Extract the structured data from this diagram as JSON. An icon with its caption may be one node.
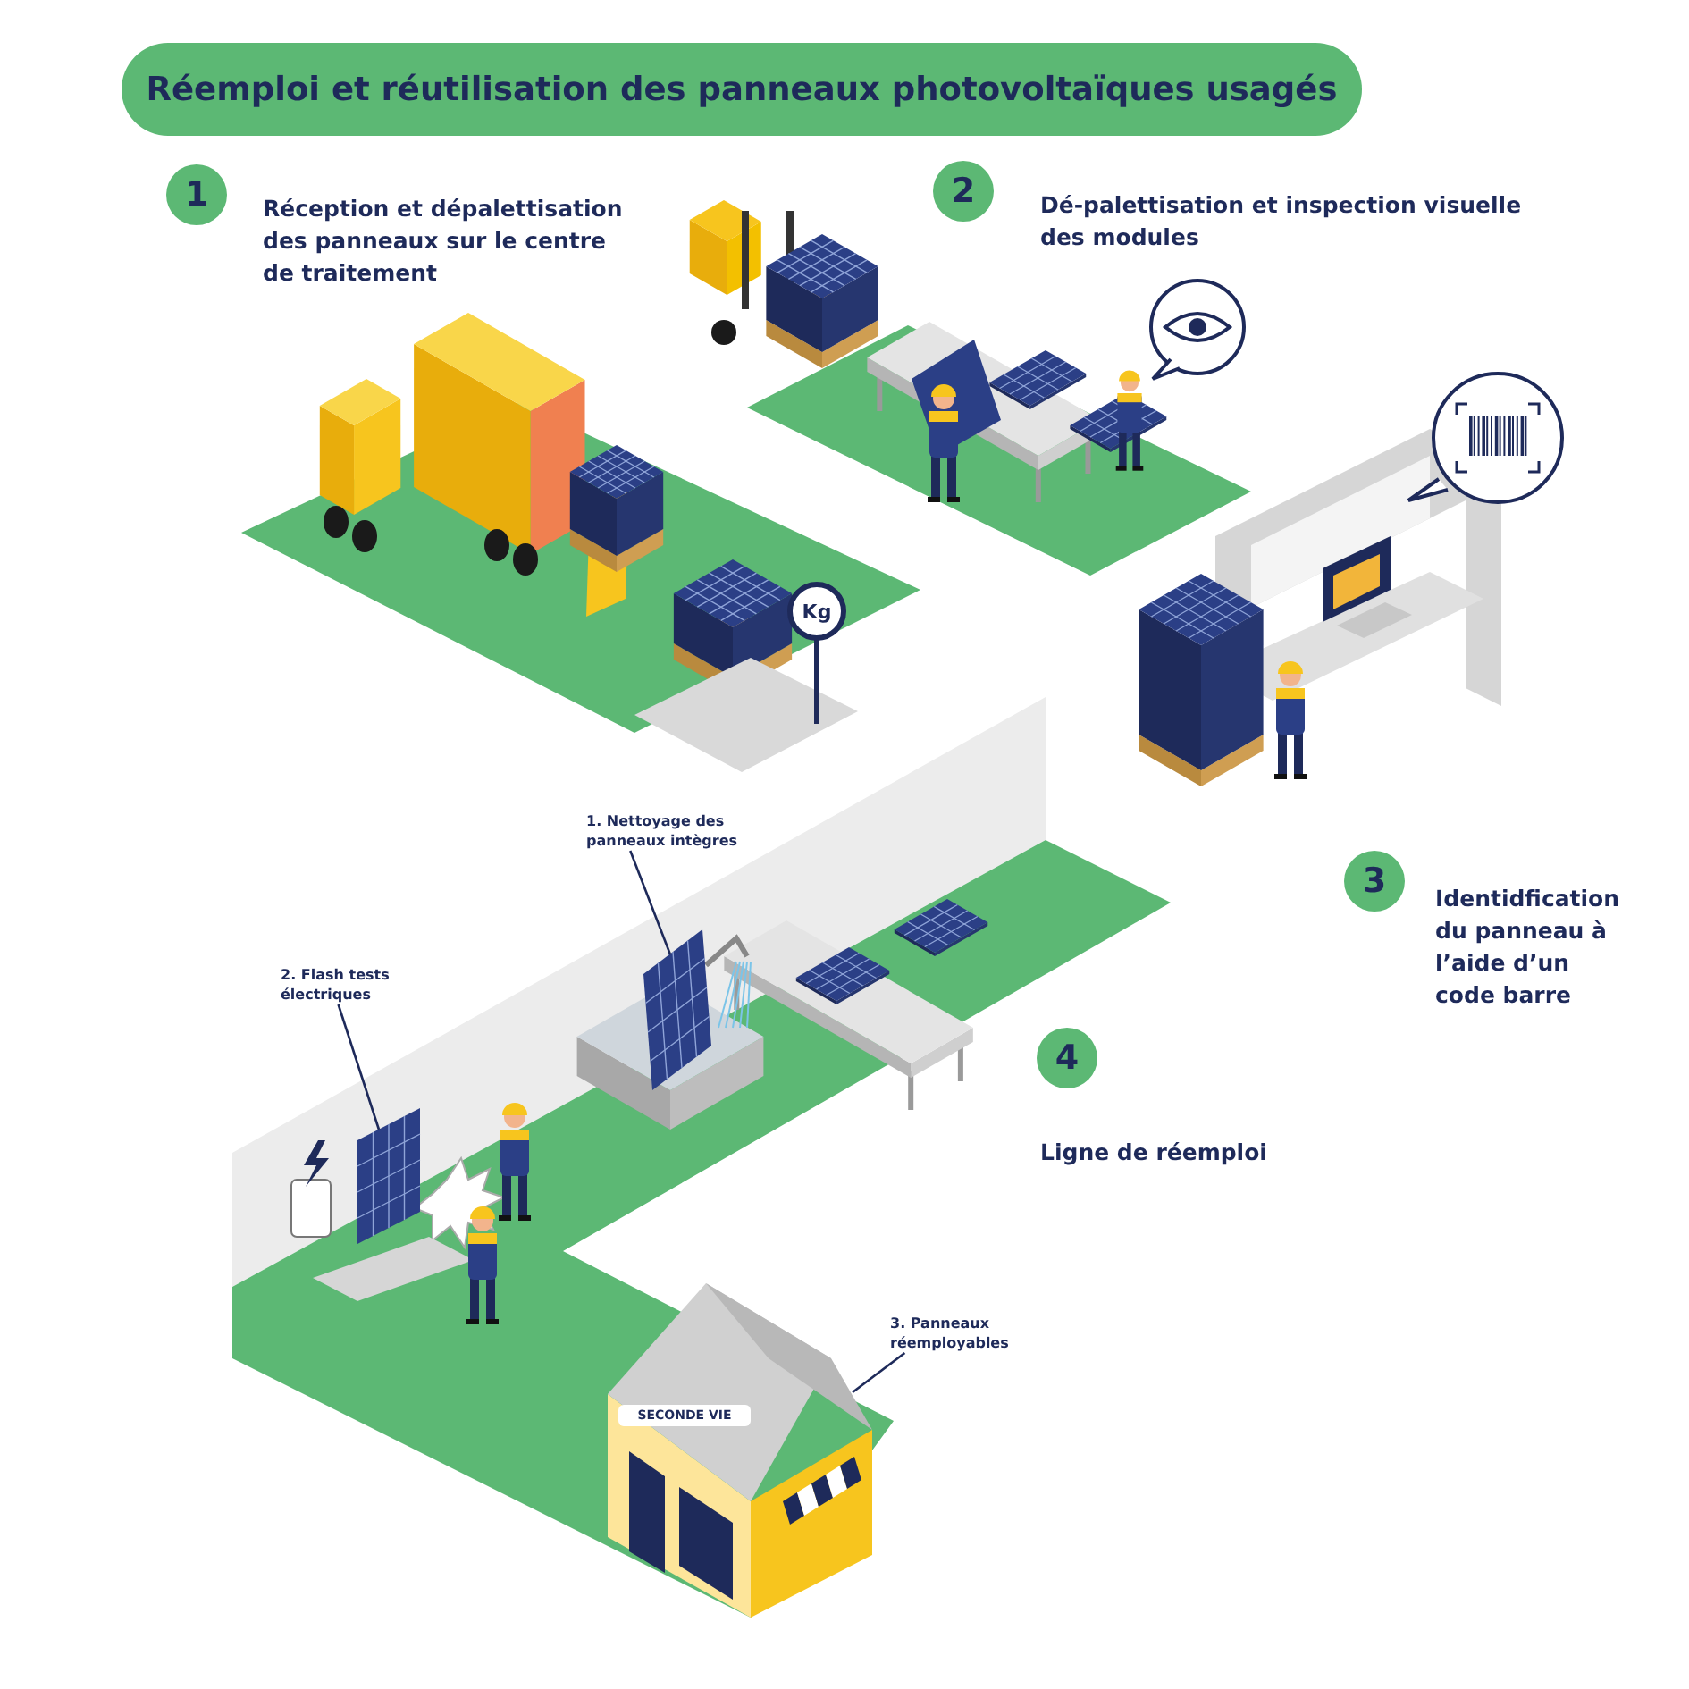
{
  "diagram": {
    "title": "Réemploi et réutilisation des panneaux photovoltaïques usagés",
    "nodes": [
      {
        "text": [
          "1"
        ],
        "beside": [
          "Réception et dépalettisation des panneaux sur le centre de traitement"
        ]
      },
      {
        "text": [
          "2"
        ],
        "beside": [
          "Dé-palettisation et inspection visuelle des modules"
        ]
      },
      {
        "text": [
          "3"
        ],
        "beside": [
          "Identidfication du panneau à l’aide d’un code barre"
        ]
      },
      {
        "text": [
          "4"
        ],
        "beside": [
          "Ligne de réemploi"
        ]
      },
      {
        "text": [
          "1. Nettoyage des panneaux intègres"
        ]
      },
      {
        "text": [
          "2. Flash tests électriques"
        ]
      },
      {
        "text": [
          "3. Panneaux réemployables"
        ]
      },
      {
        "text": [],
        "shape": "picture"
      },
      {
        "text": [],
        "shape": "picture"
      },
      {
        "text": [],
        "shape": "picture"
      }
    ],
    "edges": [
      {
        "from": 4,
        "to": 8,
        "arrow": "none"
      },
      {
        "from": 5,
        "to": 7,
        "arrow": "none"
      },
      {
        "from": 6,
        "to": 9,
        "arrow": "none"
      }
    ],
    "labels": [
      "Kg",
      "SECONDE VIE"
    ]
  }
}
